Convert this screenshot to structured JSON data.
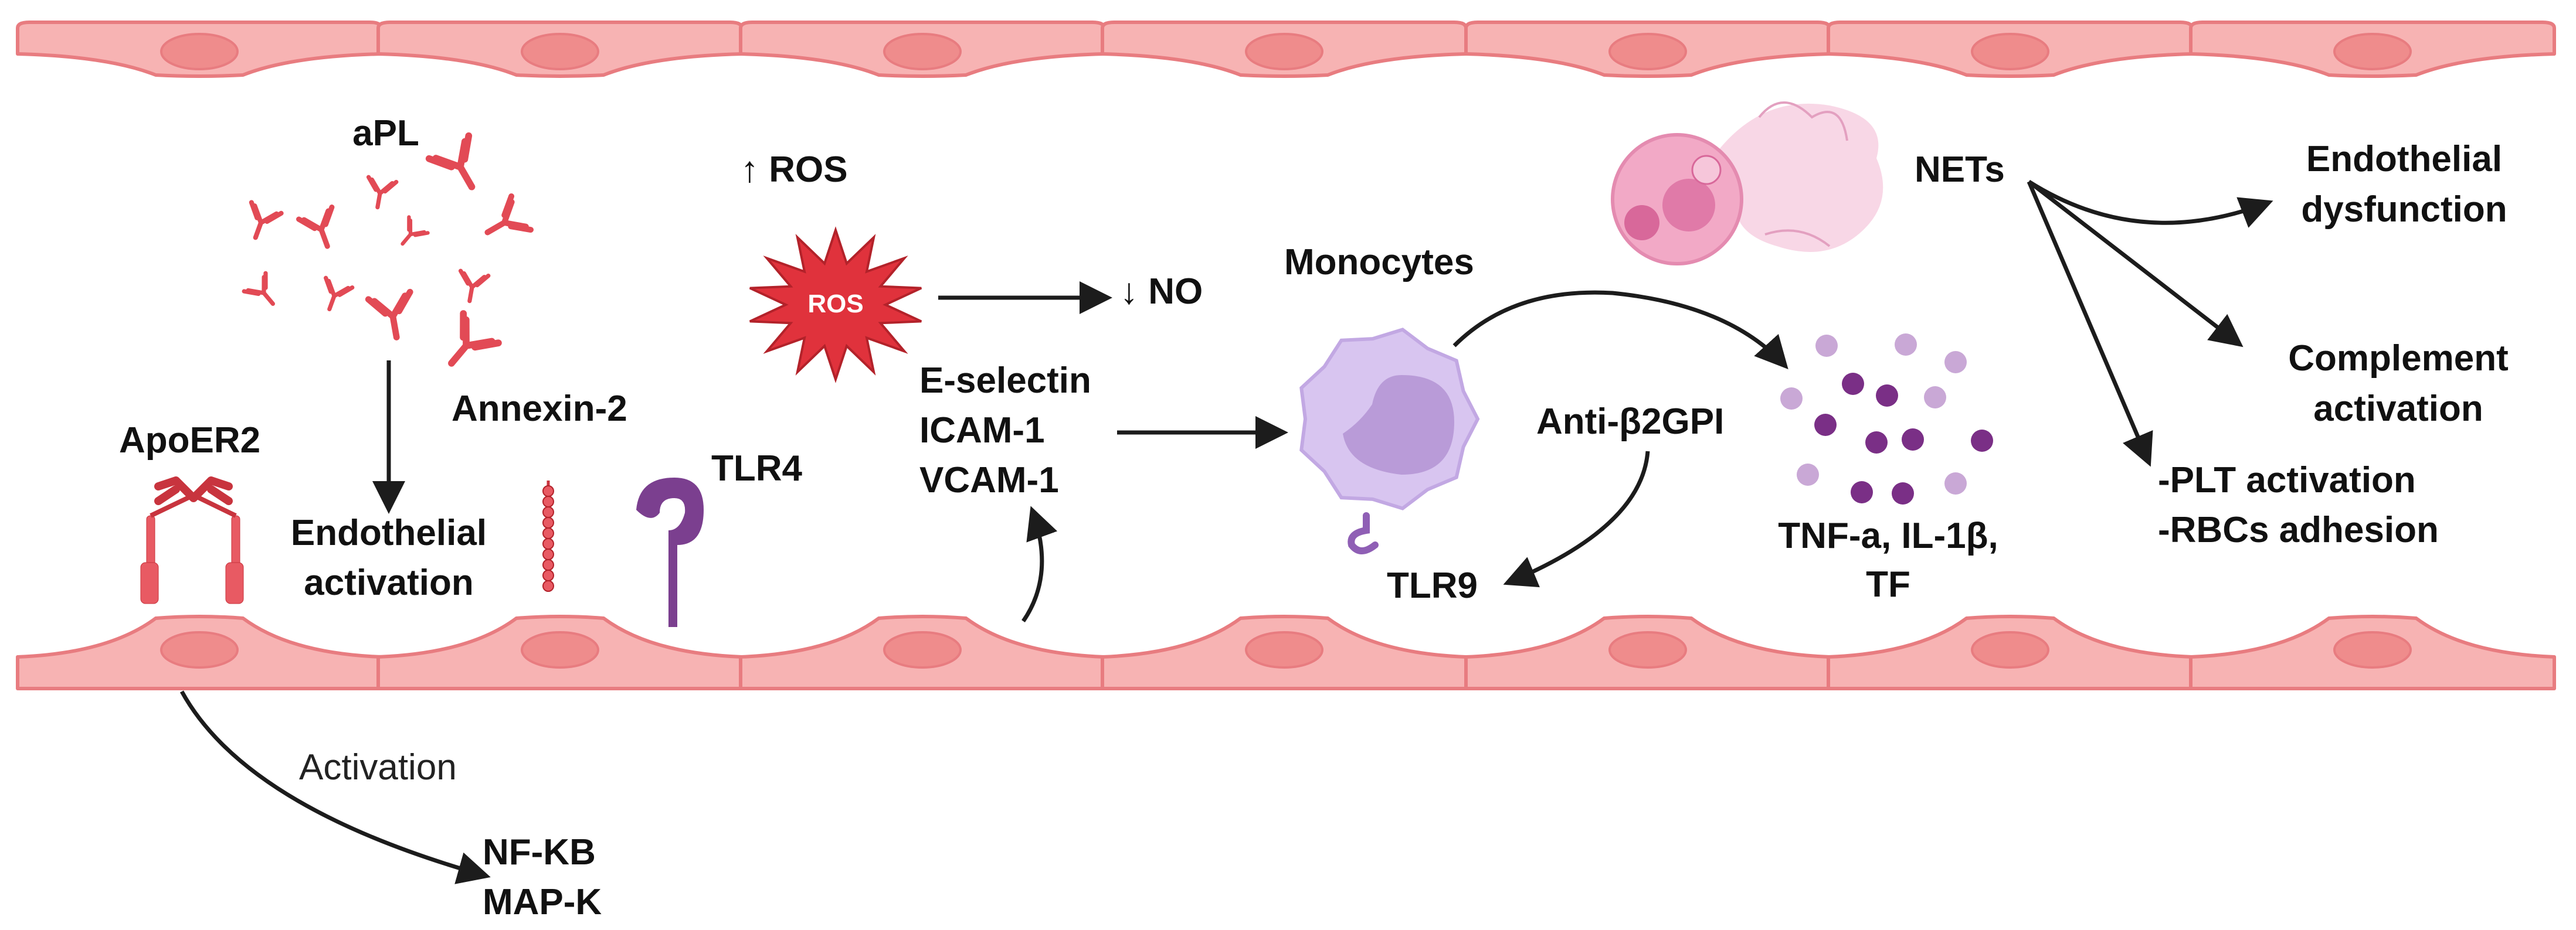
{
  "labels": {
    "apl": "aPL",
    "ros_up": "↑ ROS",
    "ros_burst": "ROS",
    "no_down": "↓ NO",
    "monocytes": "Monocytes",
    "nets": "NETs",
    "endothelial_dysfunction_1": "Endothelial",
    "endothelial_dysfunction_2": "dysfunction",
    "complement_1": "Complement",
    "complement_2": "activation",
    "plt_activation": "-PLT activation",
    "rbc_adhesion": "-RBCs adhesion",
    "apoer2": "ApoER2",
    "annexin2": "Annexin-2",
    "tlr4": "TLR4",
    "endothelial_activation_1": "Endothelial",
    "endothelial_activation_2": "activation",
    "e_selectin": "E-selectin",
    "icam1": "ICAM-1",
    "vcam1": "VCAM-1",
    "anti_b2gpi": "Anti-β2GPI",
    "tlr9": "TLR9",
    "cytokines_1": "TNF-a, IL-1β,",
    "cytokines_2": "TF",
    "activation": "Activation",
    "nfkb": "NF-KB",
    "mapk": "MAP-K"
  },
  "colors": {
    "endothelium_fill": "#f7b3b3",
    "endothelium_stroke": "#e87c80",
    "nucleus_fill": "#ef8c8c",
    "antibody": "#e24a55",
    "ros_fill": "#e0323c",
    "monocyte": "#cdb6ea",
    "tlr4": "#7b3f8f",
    "cytokine_dark": "#7a2f86",
    "cytokine_light": "#c9a8d6",
    "neutrophil": "#f2a3c4",
    "arrow": "#1c1c1c"
  },
  "icons": {
    "antibody": "y-shaped-antibody",
    "ros": "starburst",
    "monocyte": "cell",
    "neutrophil": "cell-releasing-nets",
    "receptor": "membrane-receptor"
  }
}
